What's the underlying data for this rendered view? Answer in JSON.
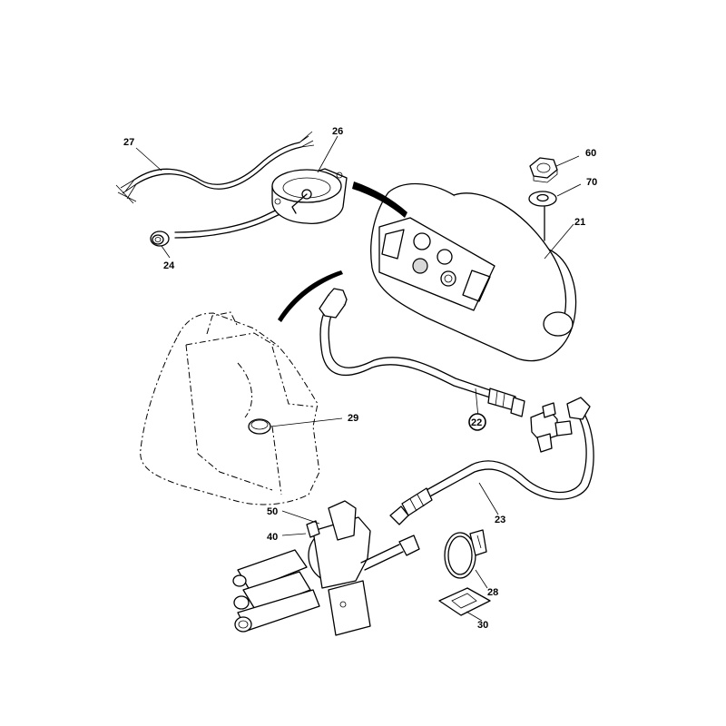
{
  "diagram": {
    "callouts": {
      "c27": "27",
      "c26": "26",
      "c24": "24",
      "c60": "60",
      "c70": "70",
      "c21": "21",
      "c29": "29",
      "c22": "22",
      "c23": "23",
      "c50": "50",
      "c40": "40",
      "c28": "28",
      "c30": "30"
    }
  }
}
